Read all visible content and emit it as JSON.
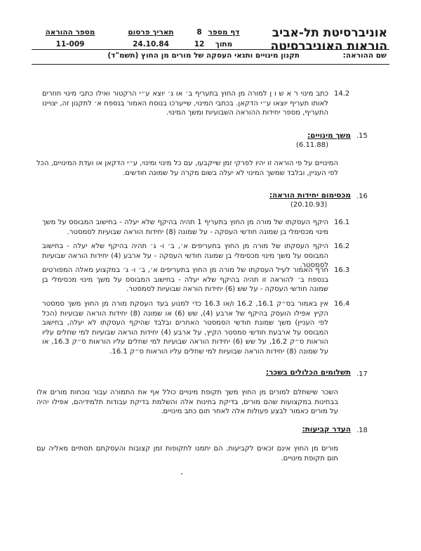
{
  "header": {
    "univ_line1": "אוניברסיטת תל-אביב",
    "univ_line2": "הוראות האוניברסיטה",
    "page_label": "דף מספר",
    "page_value": "8",
    "of_label": "מתוך",
    "of_value": "12",
    "pub_label": "תאריך פרסום",
    "pub_value": "24.10.84",
    "reg_label": "מספר ההוראה",
    "reg_value": "11-009",
    "name_label": "שם ההוראה:",
    "name_value": "תקנון מינויים ותנאי העסקה של מורים מן החוץ (תשמ\"ד)"
  },
  "sections": [
    {
      "number": "14.2",
      "text": "כתב מינוי ר א ש ו ן למורה מן החוץ בתעריף ב׳ או ג׳ יוצא ע״י הרקטור ואילו כתבי מינוי חוזרים לאותו תעריף יוצאו ע״י הדקאן. בכתבי המינוי, שייערכו בנוסח האמור בנספח א׳ לתקנון זה, יצויינו התעריף, מספר יחידות ההוראה השבועיות ומשך המינוי."
    },
    {
      "number": ".15",
      "heading": "משך מינויים:",
      "date": "(6.11.88)",
      "text": "המינויים על פי הוראה זו יהיו לפרקי זמן שייקבעו, עם כל מינוי ומינוי, ע״י הדקאן או ועדת המינויים, הכל לפי העניין, ובלבד שמשך המינוי לא יעלה בשום מקרה על שמונה חודשים."
    },
    {
      "number": ".16",
      "heading": "מכסימום יחידות הוראה:",
      "date": "(20.10.93)"
    },
    {
      "number": "16.1",
      "text": "היקף העסקתו של מורה מן החוץ בתעריף 1 תהיה בהיקף שלא יעלה - בחישוב המבוסס על משך מינוי מכסימלי בן שמונה חודשי העסקה - על שמונה (8) יחידות הוראה שבועיות לסמסטר."
    },
    {
      "number": "16.2",
      "text": "היקף העסקתו של מורה מן החוץ בתעריפים א׳, ב׳ ו- ג׳ תהיה בהיקף שלא יעלה - בחישוב המבוסס על משך מינוי מכסימלי בן שמונה חודשי העסקה - על ארבע (4) יחידות הוראה שבועיות לסמסטר."
    },
    {
      "number": "16.3",
      "text": "חרף האמור לעיל העסקתו של מורה מן החוץ בתעריפים א׳, ב׳ ו- ג׳ במקצוע מאלה המפורטים בנספח ב׳ להוראה זו תהיה בהיקף שלא יעלה - בחישוב המבוסס על משך מינוי מכסימלי בן שמונה חודשי העסקה - על שש (6) יחידות הוראה שבועיות לסמסטר."
    },
    {
      "number": "16.4",
      "text": "אין באמור בס״ק 16.1, 16.2 ו/או 16.3 כדי למנוע בעד העסקת מורה מן החוץ משך סמסטר הקיץ אפילו הועסק בהיקף של ארבע (4), שש (6) או שמונה (8) יחידות הוראה שבועיות (הכל לפי העניין) משך שמונת חודשי הסמסטר האחרים ובלבד שהיקף העסקתו לא יעלה, בחישוב המבוסס על ארבעת חודשי סמסטר הקיץ, על ארבע (4) יחידות הוראה שבועיות למי שחלים עליו הוראות ס״ק 16.2, על שש (6) יחידות הוראה שבועיות למי שחלים עליו הוראות ס״ק 16.3, או על שמונה (8) יחידות הוראה שבועיות למי שחלים עליו הוראות ס״ק 16.1."
    },
    {
      "number": ".17",
      "heading": "תשלומים הכלולים בשכר:",
      "text": "השכר שישתלם למורים מן החוץ משך תקופת מינויים כולל אף את התמורה עבור נוכחות מורים אלו בבחינות במקצועות שהם מורים, בדיקת בחינות אלה והשלמת בדיקת עבודות תלמידיהם, אפילו יהיה על מורים כאמור לבצע פעולות אלה לאחר תום כתב מינויים."
    },
    {
      "number": ".18",
      "heading": "העדר קביעות:",
      "text": "מורים מן החוץ אינם זכאים לקביעות. הם יתמנו לתקופות זמן קצובות והעסקתם תסתיים מאליה עם תום תקופת מינויים."
    }
  ]
}
